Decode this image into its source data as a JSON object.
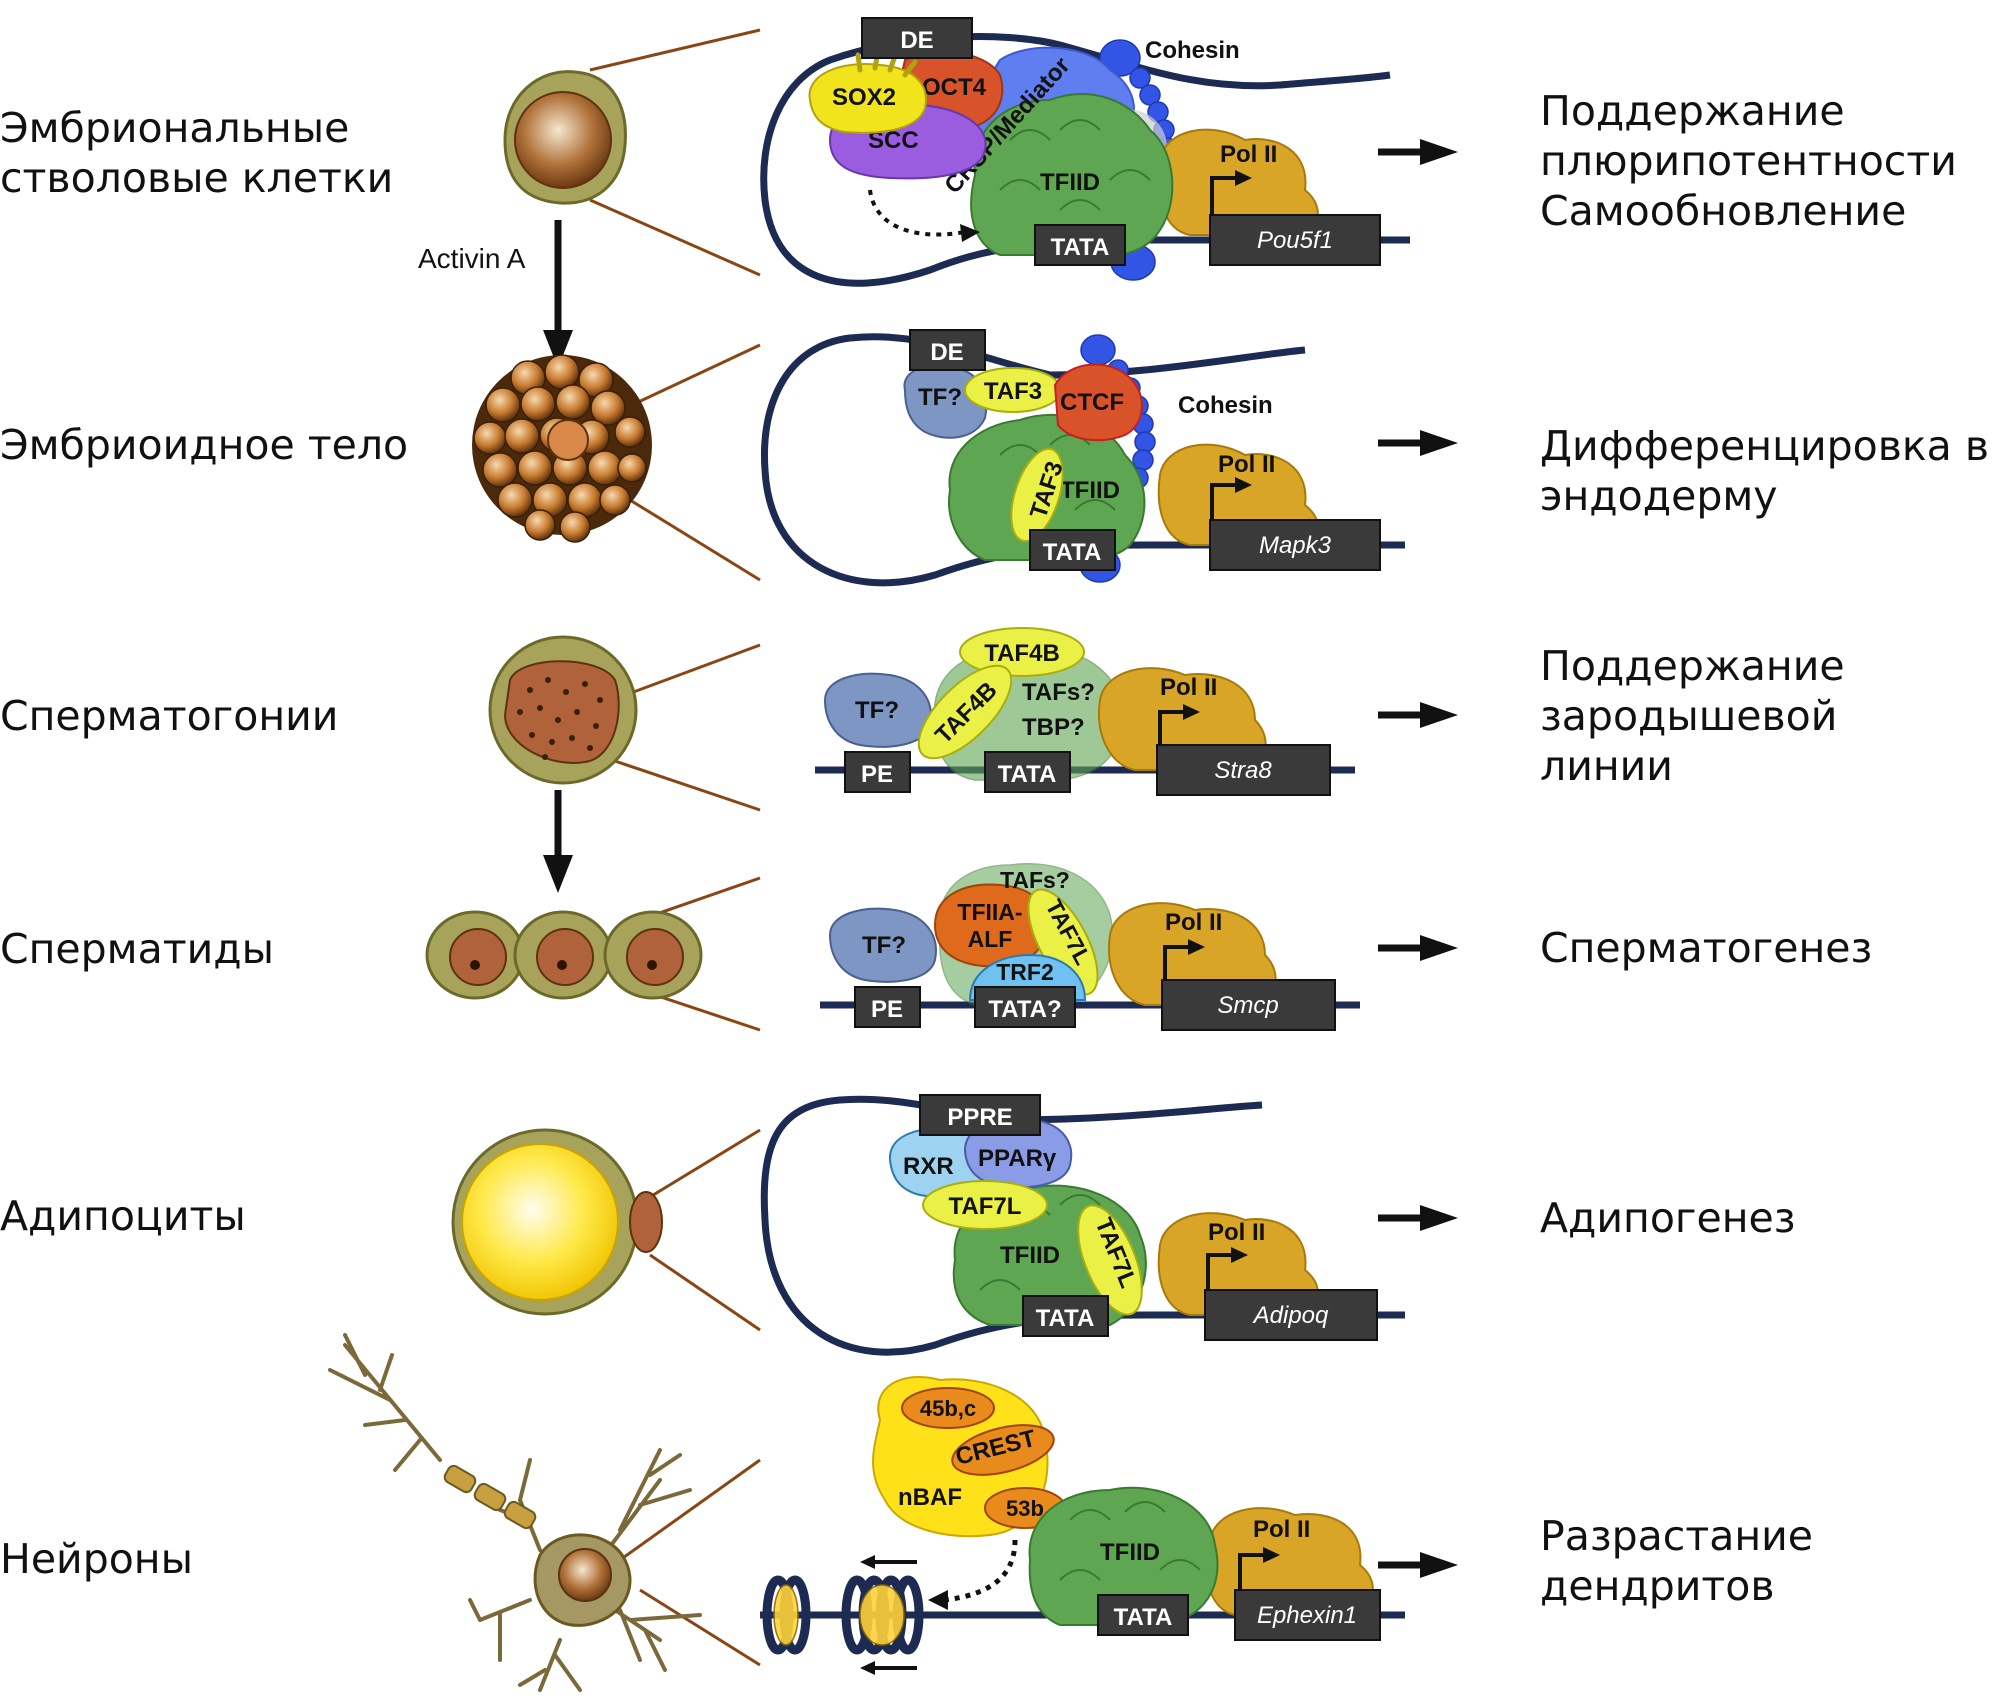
{
  "colors": {
    "dna": "#1d2a52",
    "element_box": "#3a3a3a",
    "tfiid_green": "#5fa652",
    "pol2_gold": "#d9a526",
    "cohesin_blue": "#3355e6",
    "mediator_blue": "#5f7ef0",
    "taf_yellow": "#eaf046",
    "oct4_red": "#d9532a",
    "sox2_yellow": "#f2e41c",
    "scc_purple": "#9b5de0",
    "tf_bluegray": "#7d96c3",
    "nbaf_yellow": "#ffe11a",
    "crest_orange": "#e88a1c",
    "leader_brown": "#8b4513",
    "arrow_black": "#111111"
  },
  "rows": [
    {
      "cell": "Эмбриональные\nстволовые клетки",
      "cell_lines": [
        "Эмбриональные",
        "стволовые клетки"
      ],
      "element": "DE",
      "factors": [
        "SOX2",
        "OCT4",
        "SCC",
        "CRSP/Mediator",
        "TFIID",
        "Cohesin",
        "Pol II",
        "TATA"
      ],
      "gene": "Pou5f1",
      "outcome_lines": [
        "Поддержание",
        "плюрипотентности",
        "Самообновление"
      ]
    },
    {
      "cell": "Эмбриоидное тело",
      "element": "DE",
      "factors": [
        "TF?",
        "TAF3",
        "CTCF",
        "Cohesin",
        "TAF3",
        "TFIID",
        "Pol II",
        "TATA"
      ],
      "gene": "Mapk3",
      "outcome_lines": [
        "Дифференцировка в",
        "эндодерму"
      ]
    },
    {
      "cell": "Сперматогонии",
      "element": "PE",
      "factors": [
        "TF?",
        "TAF4B",
        "TAF4B",
        "TAFs?",
        "TBP?",
        "Pol II",
        "TATA"
      ],
      "gene": "Stra8",
      "outcome_lines": [
        "Поддержание",
        "зародышевой",
        "линии"
      ]
    },
    {
      "cell": "Сперматиды",
      "element": "PE",
      "factors": [
        "TF?",
        "TFIIA-",
        "ALF",
        "TAFs?",
        "TAF7L",
        "TRF2",
        "Pol II",
        "TATA?"
      ],
      "gene": "Smcp",
      "outcome_lines": [
        "Сперматогенез"
      ]
    },
    {
      "cell": "Адипоциты",
      "element": "PPRE",
      "factors": [
        "RXR",
        "PPARγ",
        "TAF7L",
        "TFIID",
        "TAF7L",
        "Pol II",
        "TATA"
      ],
      "gene": "Adipoq",
      "outcome_lines": [
        "Адипогенез"
      ]
    },
    {
      "cell": "Нейроны",
      "element": "",
      "factors": [
        "45b,c",
        "CREST",
        "nBAF",
        "53b",
        "TFIID",
        "Pol II",
        "TATA"
      ],
      "gene": "Ephexin1",
      "outcome_lines": [
        "Разрастание",
        "дендритов"
      ]
    }
  ],
  "transition_label": "Activin A"
}
